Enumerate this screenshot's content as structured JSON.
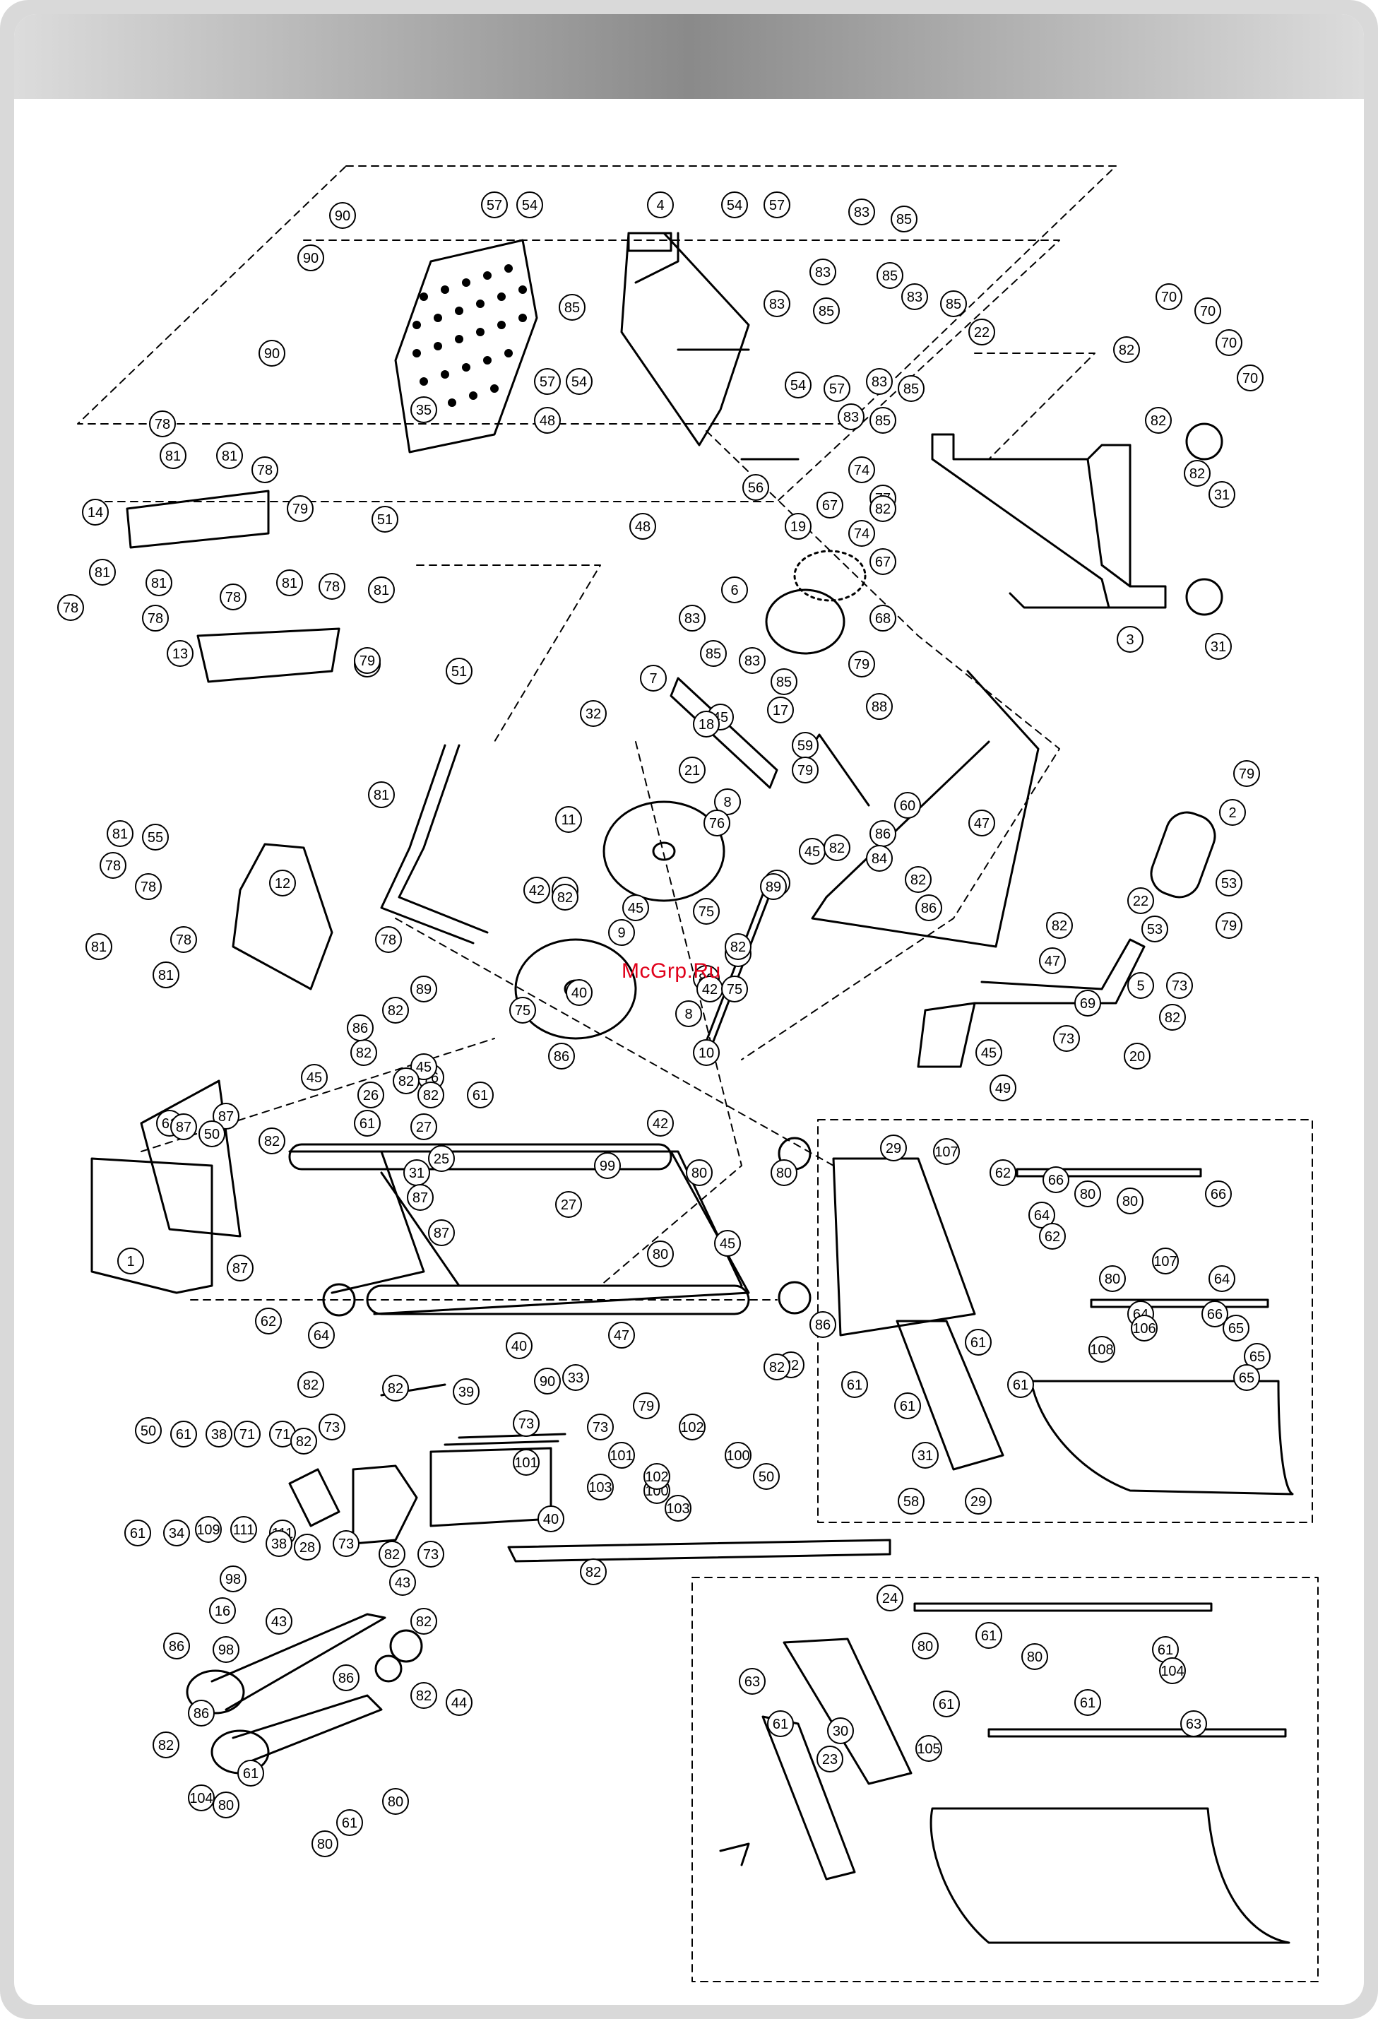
{
  "watermark": "McGrp.Ru",
  "callouts": [
    "90",
    "57",
    "54",
    "4",
    "54",
    "57",
    "83",
    "85",
    "90",
    "83",
    "85",
    "90",
    "35",
    "85",
    "83",
    "85",
    "83",
    "85",
    "57",
    "54",
    "57",
    "54",
    "83",
    "85",
    "48",
    "83",
    "85",
    "22",
    "70",
    "70",
    "70",
    "70",
    "82",
    "82",
    "82",
    "78",
    "81",
    "81",
    "78",
    "51",
    "79",
    "74",
    "67",
    "77",
    "14",
    "48",
    "56",
    "74",
    "67",
    "31",
    "82",
    "19",
    "6",
    "31",
    "3",
    "78",
    "81",
    "81",
    "78",
    "81",
    "78",
    "81",
    "78",
    "79",
    "83",
    "85",
    "83",
    "68",
    "79",
    "13",
    "51",
    "79",
    "7",
    "17",
    "85",
    "32",
    "45",
    "18",
    "88",
    "59",
    "21",
    "79",
    "79",
    "47",
    "2",
    "53",
    "55",
    "81",
    "78",
    "78",
    "81",
    "11",
    "8",
    "76",
    "45",
    "60",
    "86",
    "82",
    "84",
    "82",
    "86",
    "82",
    "12",
    "89",
    "52",
    "45",
    "9",
    "75",
    "81",
    "78",
    "81",
    "78",
    "45",
    "82",
    "82",
    "42",
    "75",
    "82",
    "82",
    "47",
    "79",
    "22",
    "53",
    "5",
    "73",
    "82",
    "69",
    "42",
    "8",
    "10",
    "20",
    "45",
    "49",
    "73",
    "82",
    "40",
    "89",
    "76",
    "45",
    "82",
    "75",
    "86",
    "86",
    "45",
    "82",
    "82",
    "26",
    "61",
    "61",
    "61",
    "87",
    "87",
    "50",
    "27",
    "31",
    "25",
    "42",
    "82",
    "80",
    "1",
    "87",
    "87",
    "87",
    "99",
    "27",
    "80",
    "45",
    "80",
    "64",
    "62",
    "107",
    "62",
    "66",
    "80",
    "64",
    "80",
    "62",
    "80",
    "66",
    "64",
    "107",
    "64",
    "66",
    "65",
    "65",
    "65",
    "108",
    "106",
    "61",
    "61",
    "61",
    "61",
    "31",
    "58",
    "29",
    "29",
    "86",
    "82",
    "82",
    "33",
    "40",
    "90",
    "47",
    "79",
    "39",
    "73",
    "82",
    "82",
    "73",
    "73",
    "101",
    "102",
    "103",
    "100",
    "50",
    "61",
    "38",
    "71",
    "71",
    "82",
    "101",
    "102",
    "103",
    "100",
    "50",
    "61",
    "34",
    "109",
    "111",
    "111",
    "38",
    "28",
    "73",
    "82",
    "73",
    "40",
    "82",
    "98",
    "16",
    "43",
    "43",
    "82",
    "86",
    "98",
    "86",
    "82",
    "44",
    "86",
    "82",
    "61",
    "104",
    "80",
    "80",
    "61",
    "80",
    "24",
    "61",
    "80",
    "80",
    "61",
    "104",
    "63",
    "61",
    "61",
    "61",
    "30",
    "63",
    "105",
    "23"
  ]
}
